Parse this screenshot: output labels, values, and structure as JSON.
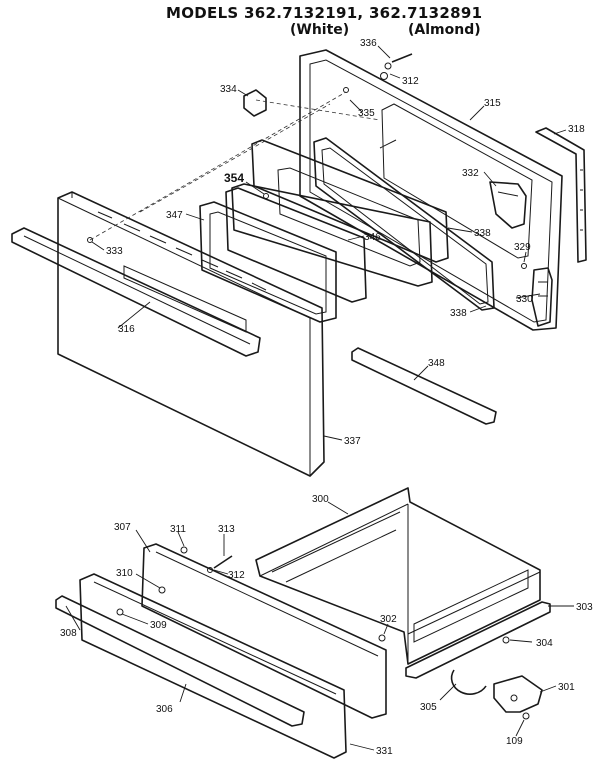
{
  "title": {
    "models": "MODELS 362.7132191, 362.7132891",
    "white": "(White)",
    "almond": "(Almond)"
  },
  "callouts": {
    "p336": "336",
    "p312a": "312",
    "p334": "334",
    "p335": "335",
    "p315": "315",
    "p318": "318",
    "p354": "354",
    "p332": "332",
    "p347": "347",
    "p346": "346",
    "p338a": "338",
    "p333": "333",
    "p329": "329",
    "p330": "330",
    "p338b": "338",
    "p316": "316",
    "p348": "348",
    "p337": "337",
    "p300": "300",
    "p307": "307",
    "p311": "311",
    "p313": "313",
    "p310": "310",
    "p312b": "312",
    "p303": "303",
    "p308": "308",
    "p309": "309",
    "p302": "302",
    "p304": "304",
    "p306": "306",
    "p305": "305",
    "p301": "301",
    "p109": "109",
    "p331": "331"
  }
}
